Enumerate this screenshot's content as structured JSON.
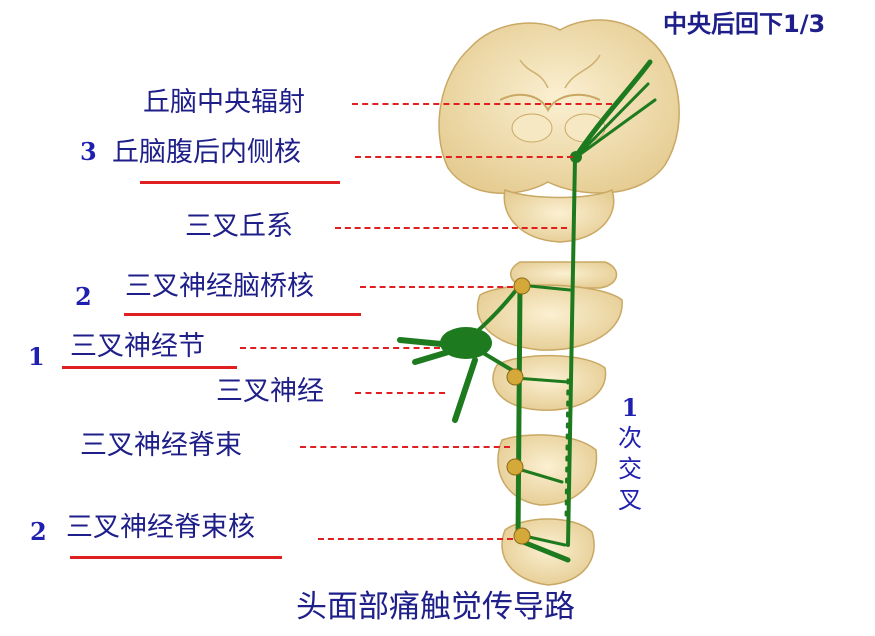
{
  "title_top": "中央后回下1/3",
  "caption": "头面部痛触觉传导路",
  "labels": {
    "thalamic_radiation": "丘脑中央辐射",
    "vpm_nucleus": "丘脑腹后内侧核",
    "trigeminal_lemniscus": "三叉丘系",
    "pontine_nucleus": "三叉神经脑桥核",
    "ganglion": "三叉神经节",
    "nerve": "三叉神经",
    "spinal_tract": "三叉神经脊束",
    "spinal_nucleus": "三叉神经脊束核"
  },
  "order_numbers": {
    "vpm": "3",
    "pontine": "2",
    "ganglion": "1",
    "spinal_nucleus": "2"
  },
  "decussation": {
    "number": "1",
    "chars": [
      "次",
      "交",
      "叉"
    ]
  },
  "colors": {
    "label_text": "#1f1f8a",
    "pathway": "#1e7a1e",
    "leader_line": "#e02020",
    "nucleus": "#d4a93a",
    "tissue": "#f1deb0"
  }
}
